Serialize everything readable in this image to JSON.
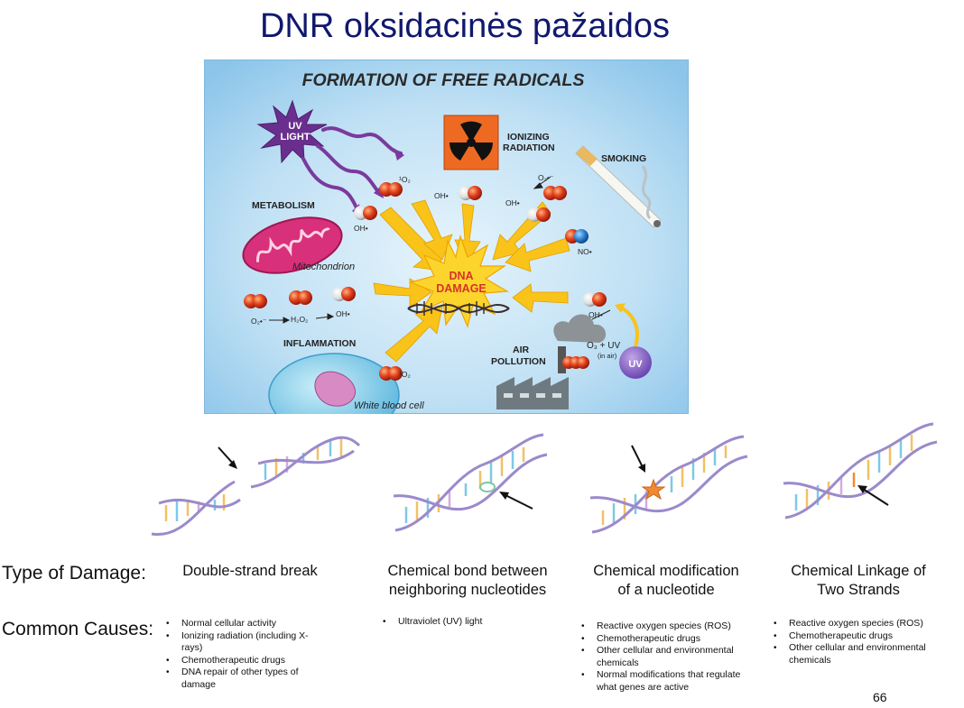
{
  "slide": {
    "title": "DNR oksidacinės pažaidos",
    "page_number": "66"
  },
  "figure": {
    "title": "FORMATION OF FREE RADICALS",
    "center_label_1": "DNA",
    "center_label_2": "DAMAGE",
    "sources": {
      "uv_1": "UV",
      "uv_2": "LIGHT",
      "ionizing_1": "IONIZING",
      "ionizing_2": "RADIATION",
      "smoking": "SMOKING",
      "metabolism": "METABOLISM",
      "mitochondrion": "Mitochondrion",
      "inflammation": "INFLAMMATION",
      "white_blood_cell": "White blood cell",
      "air_1": "AIR",
      "air_2": "POLLUTION",
      "ozone": "O₃ + UV",
      "in_air": "(in air)",
      "uv_small": "UV"
    },
    "labels": {
      "singlet_oxygen_1": "¹O₂",
      "singlet_oxygen_2": "¹O₂",
      "hydroxyl_1": "OH•",
      "hydroxyl_2": "OH•",
      "hydroxyl_3": "OH•",
      "hydroxyl_4": "OH•",
      "hydroxyl_5": "OH•",
      "superoxide_1": "O₂•⁻",
      "superoxide_2": "O₂•⁻",
      "peroxide": "H₂O₂",
      "nitric_oxide": "NO•"
    },
    "colors": {
      "background": "#a9d4ef",
      "arrow": "#f9c31a",
      "starburst": "#fbd52c",
      "uv_star": "#6a2f8e",
      "radiation": "#ee6a22",
      "mitochondrion": "#d8307a",
      "damage_text": "#d8322a"
    }
  },
  "table": {
    "row_labels": {
      "type": "Type of Damage:",
      "causes": "Common Causes:"
    },
    "columns": [
      {
        "type_line_1": "Double-strand break",
        "type_line_2": "",
        "causes": [
          "Normal cellular activity",
          "Ionizing radiation (including X-rays)",
          "Chemotherapeutic drugs",
          "DNA repair of other types of damage"
        ]
      },
      {
        "type_line_1": "Chemical bond between",
        "type_line_2": "neighboring nucleotides",
        "causes": [
          "Ultraviolet (UV) light"
        ]
      },
      {
        "type_line_1": "Chemical modification",
        "type_line_2": "of a nucleotide",
        "causes": [
          "Reactive oxygen species (ROS)",
          "Chemotherapeutic drugs",
          "Other cellular and environmental chemicals",
          "Normal modifications that regulate what genes are active"
        ]
      },
      {
        "type_line_1": "Chemical Linkage of",
        "type_line_2": "Two Strands",
        "causes": [
          "Reactive oxygen species (ROS)",
          "Chemotherapeutic drugs",
          "Other cellular and environmental chemicals"
        ]
      }
    ]
  }
}
